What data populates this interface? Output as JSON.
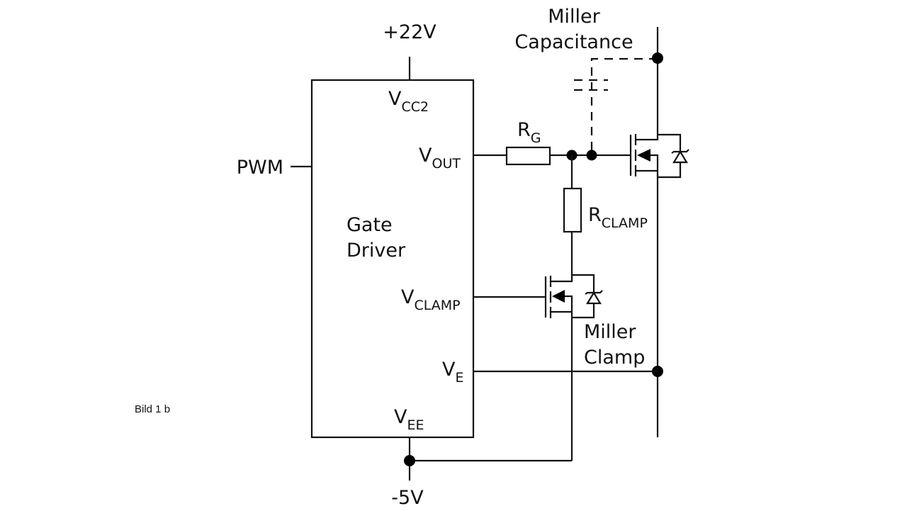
{
  "diagram": {
    "caption": "Bild 1 b",
    "supply_positive": "+22V",
    "supply_negative": "-5V",
    "input": "PWM",
    "driver": {
      "name_line1": "Gate",
      "name_line2": "Driver",
      "pins": {
        "vcc2": {
          "main": "V",
          "sub": "CC2"
        },
        "vout": {
          "main": "V",
          "sub": "OUT"
        },
        "vclamp": {
          "main": "V",
          "sub": "CLAMP"
        },
        "ve": {
          "main": "V",
          "sub": "E"
        },
        "vee": {
          "main": "V",
          "sub": "EE"
        }
      }
    },
    "components": {
      "rg": {
        "main": "R",
        "sub": "G"
      },
      "rclamp": {
        "main": "R",
        "sub": "CLAMP"
      }
    },
    "annotations": {
      "miller_cap_line1": "Miller",
      "miller_cap_line2": "Capacitance",
      "miller_clamp_line1": "Miller",
      "miller_clamp_line2": "Clamp"
    }
  }
}
